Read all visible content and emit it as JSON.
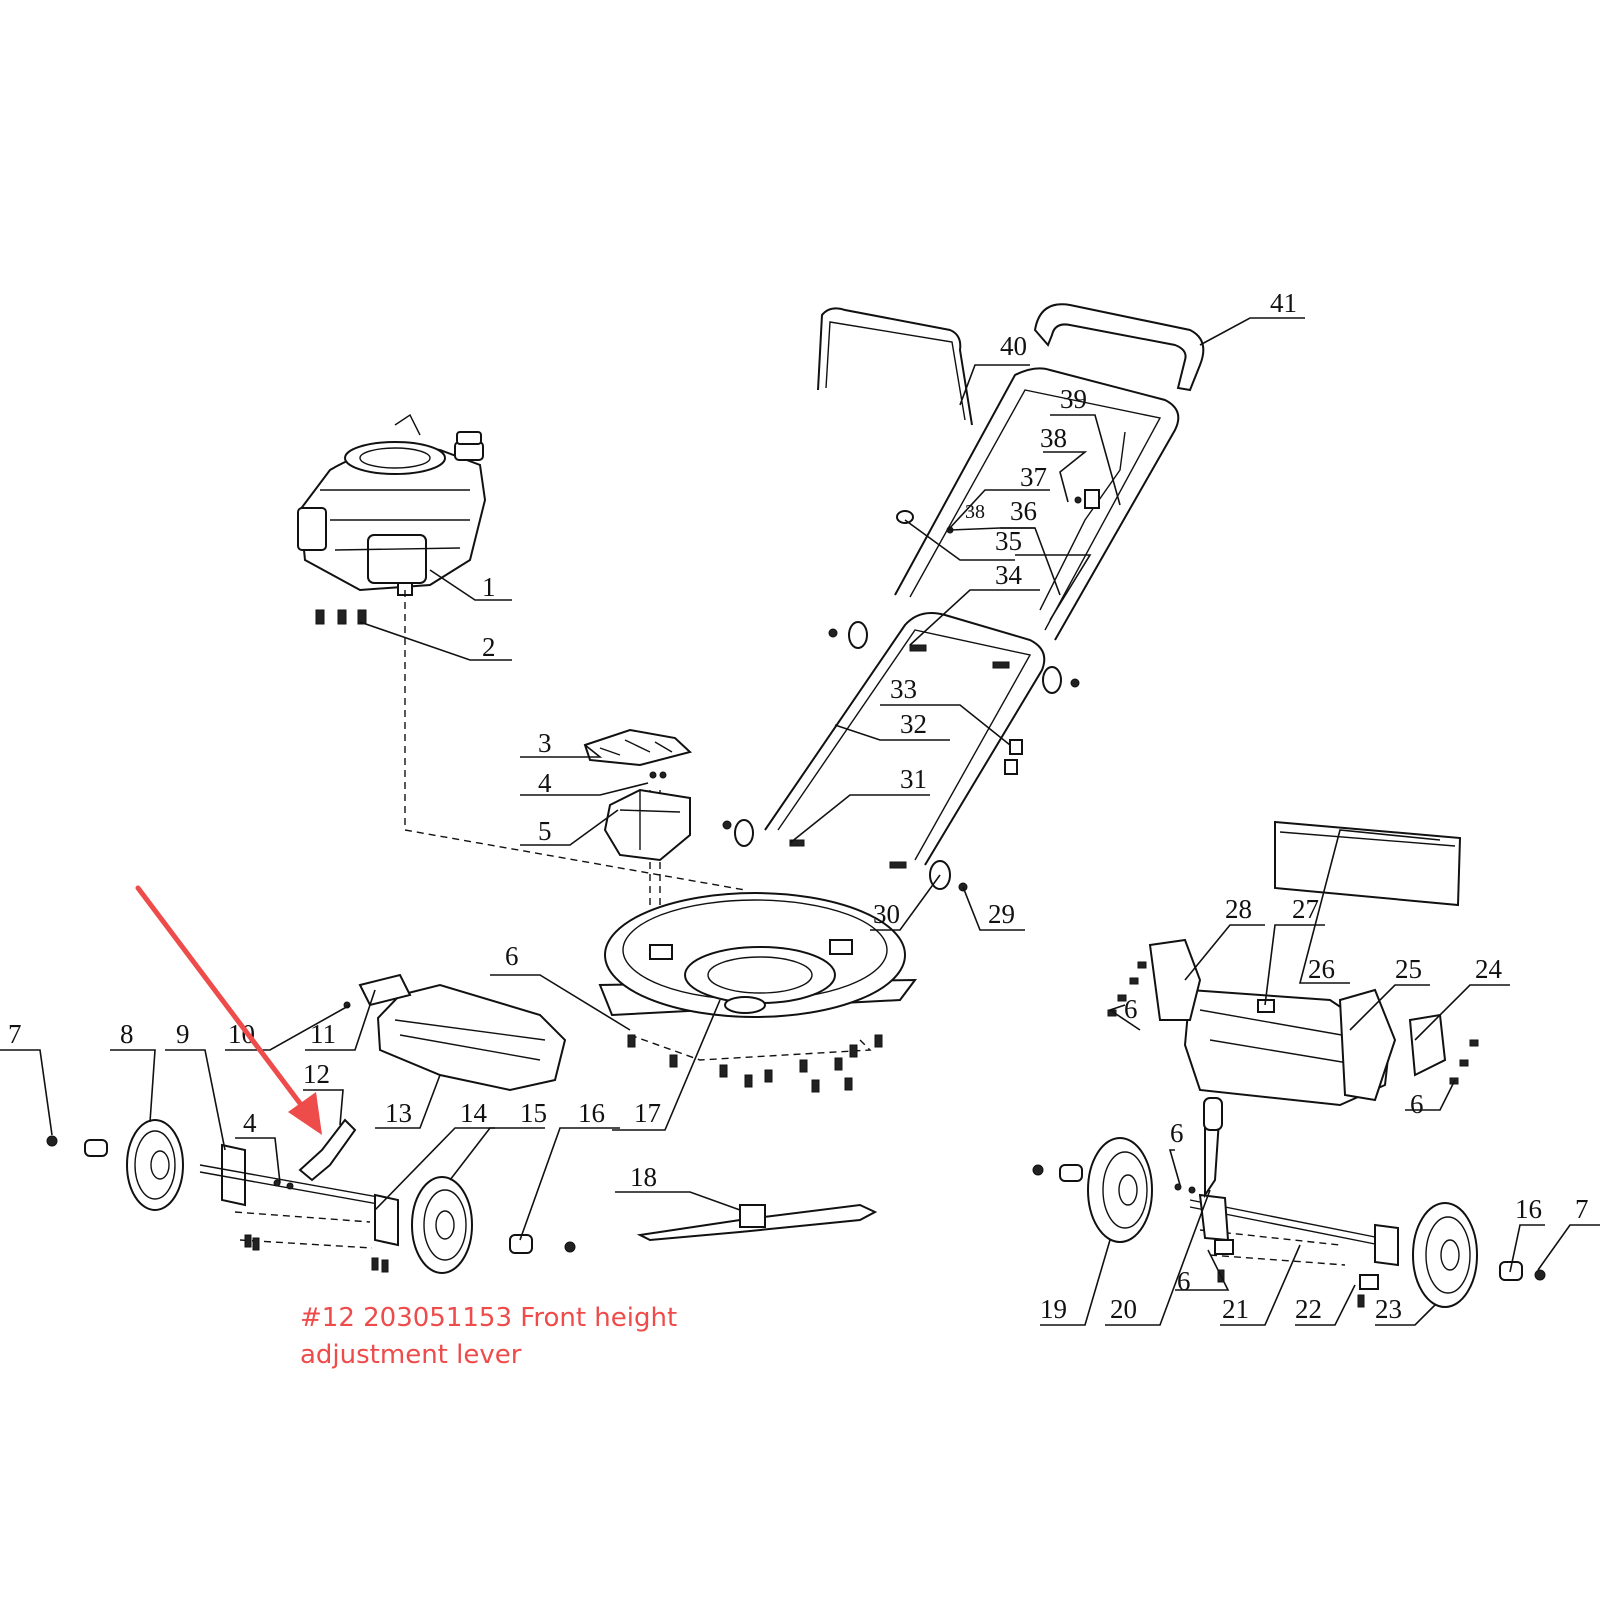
{
  "diagram": {
    "part_labels": [
      "1",
      "2",
      "3",
      "4",
      "5",
      "6",
      "7",
      "8",
      "9",
      "10",
      "11",
      "12",
      "13",
      "14",
      "15",
      "16",
      "17",
      "18",
      "19",
      "20",
      "21",
      "22",
      "23",
      "24",
      "25",
      "26",
      "27",
      "28",
      "29",
      "30",
      "31",
      "32",
      "33",
      "34",
      "35",
      "36",
      "37",
      "38",
      "39",
      "40",
      "41"
    ],
    "repeated_labels": [
      "4",
      "6",
      "6",
      "6",
      "6",
      "16",
      "7",
      "38"
    ]
  },
  "annotation": {
    "line1": "#12  203051153 Front height",
    "line2": "adjustment lever",
    "color": "#ee4b4b"
  },
  "colors": {
    "ink": "#111111",
    "arrow": "#ee4b4b",
    "background": "#ffffff"
  }
}
